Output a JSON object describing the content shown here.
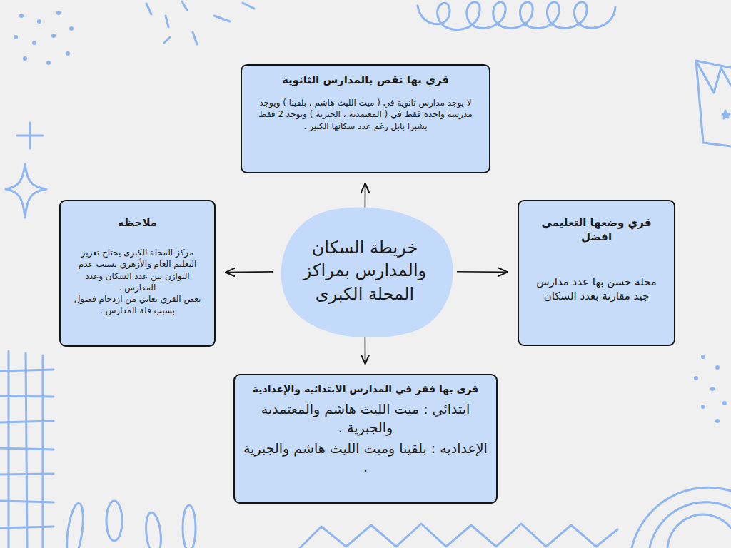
{
  "diagram": {
    "nodes": [
      {
        "text": [
          "قري بها نقص بالمدارس الثانوية",
          "لا يوجد مدارس ثانوية في ( ميت الليث هاشم ، بلقينا ) ويوجد مدرسة واحده فقط في ( المعتمدية ، الجبرية ) ويوجد 2 فقط بشبرا بابل رغم عدد سكانها الكبير ."
        ]
      },
      {
        "text": [
          "قري وضعها التعليمي افضل",
          "محلة حسن بها عدد مدارس جيد مقارنة بعدد السكان"
        ]
      },
      {
        "text": [
          "خريطة السكان والمدارس بمراكز المحلة الكبرى"
        ]
      },
      {
        "text": [
          "ملاحظه",
          "مركز المحلة الكبرى يحتاج تعزيز التعليم العام والأزهري بسبب عدم التوازن بين عدد السكان وعدد المدارس .",
          "بعض القري تعاني من ازدحام فصول بسبب قلة المدارس ."
        ]
      },
      {
        "text": [
          "قرى بها فقر في المدارس الابتدائيه والإعدادية",
          "ابتدائي : ميت الليث هاشم والمعتمدية والجبرية .",
          "الإعداديه : بلقينا وميت الليث هاشم والجبرية ."
        ]
      }
    ],
    "edges": [
      {
        "from": 2,
        "to": 0,
        "arrow": "to"
      },
      {
        "from": 2,
        "to": 1,
        "arrow": "to"
      },
      {
        "from": 2,
        "to": 3,
        "arrow": "to"
      },
      {
        "from": 2,
        "to": 4,
        "arrow": "to"
      }
    ]
  }
}
